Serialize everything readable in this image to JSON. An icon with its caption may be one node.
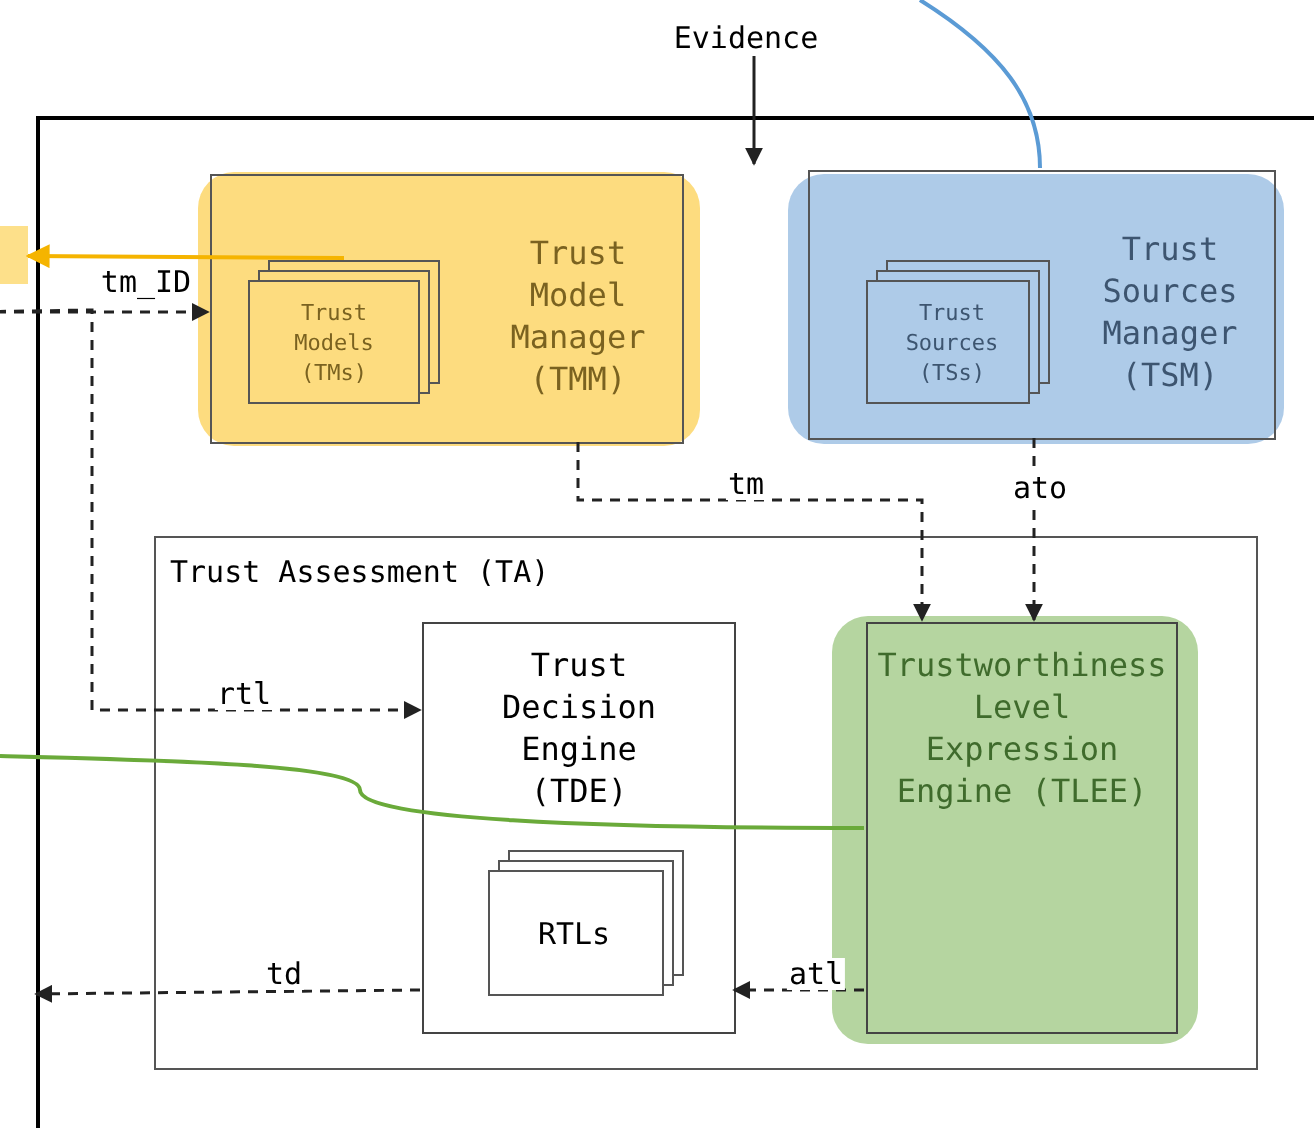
{
  "diagram": {
    "nodes": [
      {
        "text": [],
        "shape": "box"
      },
      {
        "text": [
          "Trust Model Manager (TMM)"
        ],
        "in": 0
      },
      {
        "text": [
          "Trust Models (TMs)"
        ],
        "in": 1
      },
      {
        "text": [
          "Trust Sources Manager (TSM)"
        ],
        "in": 0
      },
      {
        "text": [
          "Trust Sources (TSs)"
        ],
        "in": 3
      },
      {
        "text": [
          "Trust Assessment (TA)"
        ],
        "in": 0
      },
      {
        "text": [
          "Trust Decision Engine (TDE)"
        ],
        "in": 5
      },
      {
        "text": [
          "RTLs"
        ],
        "in": 6
      },
      {
        "text": [
          "Trustworthiness Level Expression Engine (TLEE)"
        ],
        "in": 5
      },
      {
        "text": [
          "Evidence"
        ]
      },
      {
        "text": [],
        "shape": "box"
      }
    ],
    "edges": [
      {
        "from": 9,
        "to": 0,
        "arrow": "to"
      },
      {
        "from": 2,
        "to": 10,
        "arrow": "to",
        "color": "#f5b400"
      },
      {
        "from": null,
        "to": 1,
        "arrow": "to",
        "label": "tm_ID",
        "style": "dashed"
      },
      {
        "from": null,
        "to": 6,
        "arrow": "to",
        "label": "rtl",
        "style": "dashed"
      },
      {
        "from": 1,
        "to": 8,
        "arrow": "to",
        "label": "tm",
        "style": "dashed"
      },
      {
        "from": 3,
        "to": 8,
        "arrow": "to",
        "label": "ato",
        "style": "dashed"
      },
      {
        "from": 8,
        "to": 6,
        "arrow": "to",
        "label": "atl",
        "style": "dashed"
      },
      {
        "from": 6,
        "to": null,
        "arrow": "to",
        "label": "td",
        "style": "dashed"
      },
      {
        "from": null,
        "to": 8,
        "arrow": "none",
        "color": "#6aaa3a"
      },
      {
        "from": 3,
        "to": null,
        "arrow": "none",
        "color": "#5b9bd5"
      }
    ]
  }
}
